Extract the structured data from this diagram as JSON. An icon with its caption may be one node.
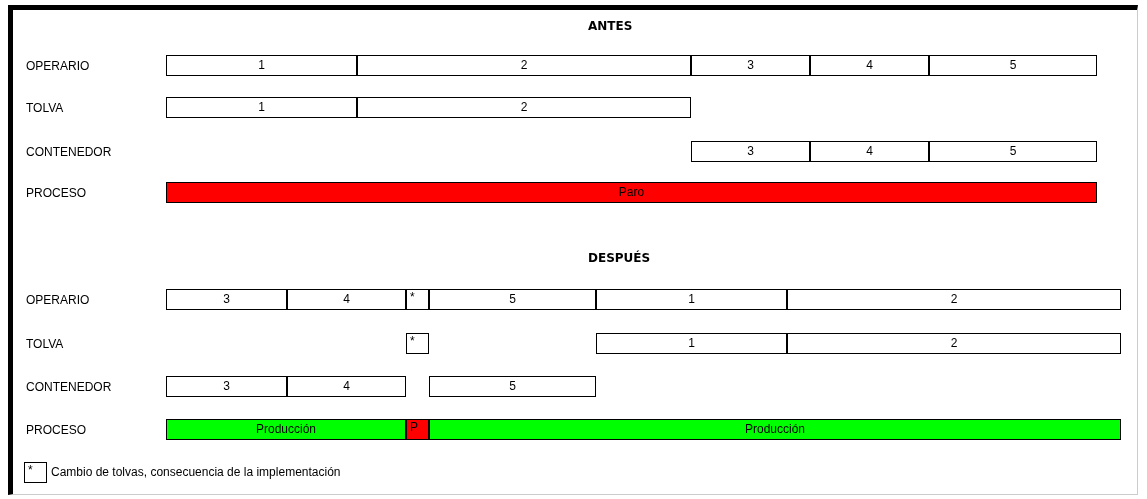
{
  "diagram": {
    "nodes": [
      {
        "text": [
          "1"
        ]
      },
      {
        "text": [
          "2"
        ]
      },
      {
        "text": [
          "3"
        ]
      },
      {
        "text": [
          "4"
        ]
      },
      {
        "text": [
          "5"
        ]
      },
      {
        "text": [
          "1"
        ]
      },
      {
        "text": [
          "2"
        ]
      },
      {
        "text": [
          "3"
        ]
      },
      {
        "text": [
          "4"
        ]
      },
      {
        "text": [
          "5"
        ]
      },
      {
        "text": [
          "Paro"
        ]
      },
      {
        "text": [
          "3"
        ]
      },
      {
        "text": [
          "4"
        ]
      },
      {
        "text": [
          "*"
        ]
      },
      {
        "text": [
          "5"
        ]
      },
      {
        "text": [
          "1"
        ]
      },
      {
        "text": [
          "2"
        ]
      },
      {
        "text": [
          "*"
        ]
      },
      {
        "text": [
          "1"
        ]
      },
      {
        "text": [
          "2"
        ]
      },
      {
        "text": [
          "3"
        ]
      },
      {
        "text": [
          "4"
        ]
      },
      {
        "text": [
          "5"
        ]
      },
      {
        "text": [
          "Producción"
        ]
      },
      {
        "text": [
          "P"
        ]
      },
      {
        "text": [
          "Producción"
        ]
      },
      {
        "text": [
          "*"
        ],
        "beside": [
          "Cambio de tolvas, consecuencia de la implementación"
        ]
      }
    ],
    "labels": [
      "ANTES",
      "OPERARIO",
      "TOLVA",
      "CONTENEDOR",
      "PROCESO",
      "DESPUÉS",
      "OPERARIO",
      "TOLVA",
      "CONTENEDOR",
      "PROCESO"
    ]
  }
}
